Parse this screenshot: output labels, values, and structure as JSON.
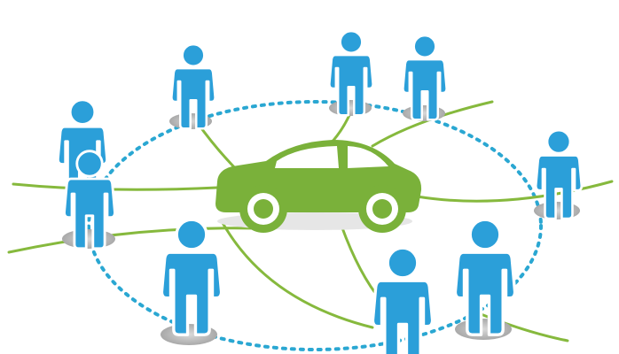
{
  "scene": {
    "subject": "car-sharing-network",
    "colors": {
      "background": "#ffffff",
      "car": "#7ab13a",
      "car_window": "#ffffff",
      "person_fill": "#2b9fd9",
      "person_outline": "#ffffff",
      "shadow": "#c9c9c9",
      "link_line": "#86b93d",
      "dotted_ring": "#2aa7d2"
    },
    "icons": [
      "car-icon",
      "person-icon",
      "dotted-ellipse",
      "connection-line"
    ]
  }
}
